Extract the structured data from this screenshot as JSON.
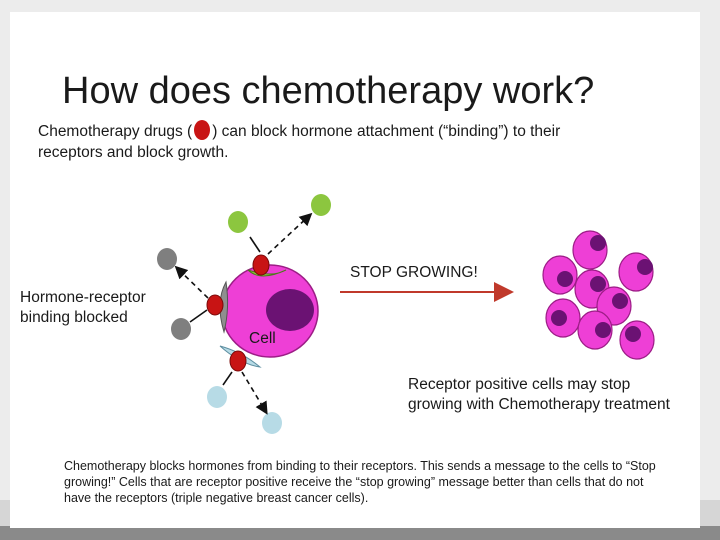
{
  "title": "How does chemotherapy work?",
  "intro": {
    "before": "Chemotherapy drugs (",
    "after": ") can block hormone attachment (“binding”) to their receptors and block growth."
  },
  "labels": {
    "side": "Hormone-receptor binding blocked",
    "stop": "STOP GROWING!",
    "cell": "Cell",
    "receptor_note": "Receptor positive cells may stop growing with Chemotherapy treatment"
  },
  "footer": "Chemotherapy blocks hormones from binding to their receptors. This sends a message to the cells to “Stop growing!” Cells that are receptor positive receive the “stop growing” message better than cells that do not have the receptors (triple negative breast cancer cells).",
  "colors": {
    "cell": "#ee3fd6",
    "nucleus": "#6b1273",
    "drug": "#c81414",
    "hormone_green": "#8cc63f",
    "hormone_gray": "#7f7f7f",
    "hormone_blue": "#b7dbe6",
    "arrow": "#c0392b"
  }
}
